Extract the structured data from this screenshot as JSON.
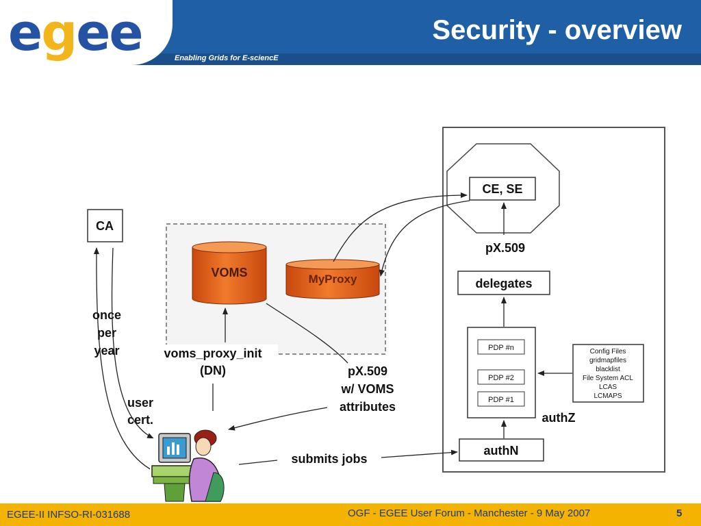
{
  "header": {
    "logo_text": "egee",
    "tagline": "Enabling Grids for E-sciencE",
    "title": "Security - overview"
  },
  "diagram": {
    "ca": "CA",
    "once_per_year": [
      "once",
      "per",
      "year"
    ],
    "user_cert": [
      "user",
      "cert."
    ],
    "voms": "VOMS",
    "myproxy": "MyProxy",
    "voms_proxy_init": [
      "voms_proxy_init",
      "(DN)"
    ],
    "px509_voms": [
      "pX.509",
      "w/ VOMS",
      "attributes"
    ],
    "ce_se": "CE, SE",
    "px509": "pX.509",
    "delegates": "delegates",
    "pdp_n": "PDP #n",
    "pdp_2": "PDP #2",
    "pdp_1": "PDP #1",
    "authz": "authZ",
    "authn": "authN",
    "config_items": [
      "Config Files",
      "gridmapfiles",
      "blacklist",
      "File System ACL",
      "LCAS",
      "LCMAPS"
    ],
    "submits_jobs": "submits jobs"
  },
  "footer": {
    "left": "EGEE-II INFSO-RI-031688",
    "center": "OGF - EGEE User Forum - Manchester - 9 May 2007",
    "page": "5"
  },
  "colors": {
    "header_blue": "#1f5fa5",
    "footer_gold": "#f5b301",
    "cylinder_orange": "#e8621a"
  }
}
